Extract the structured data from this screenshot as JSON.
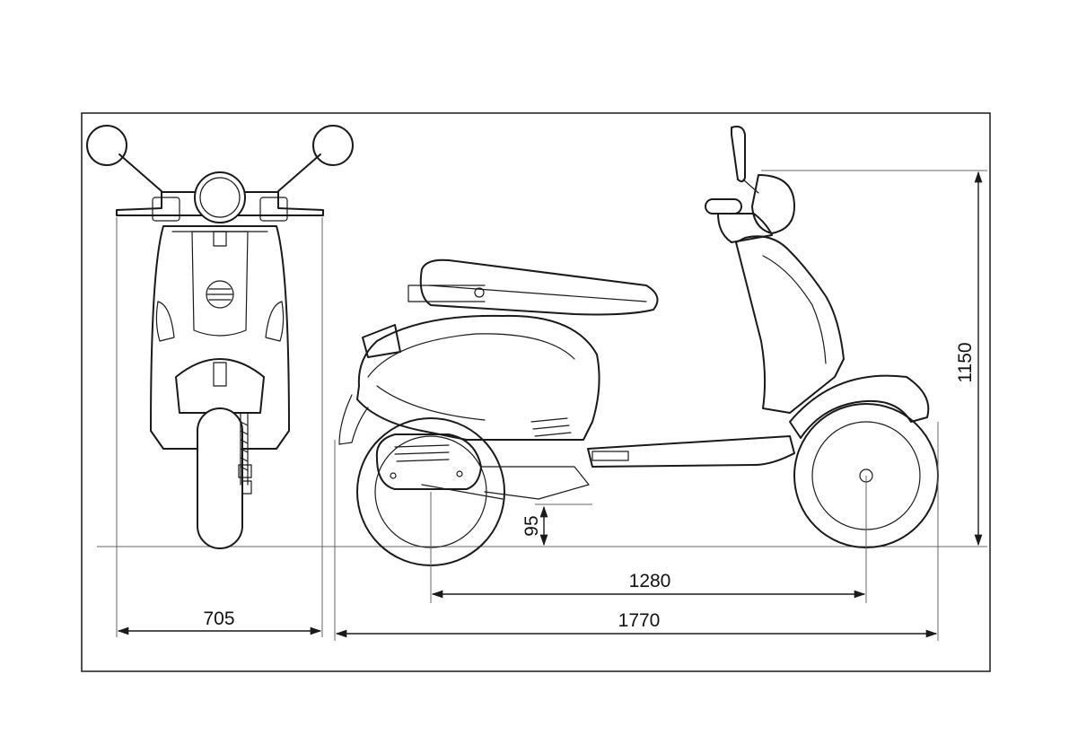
{
  "drawing": {
    "views": [
      "front-view",
      "side-view"
    ],
    "dimensions": {
      "width": "705",
      "wheelbase": "1280",
      "length": "1770",
      "height": "1150",
      "ground_clearance": "95"
    },
    "colors": {
      "line": "#1a1a1a",
      "background": "#ffffff"
    }
  }
}
